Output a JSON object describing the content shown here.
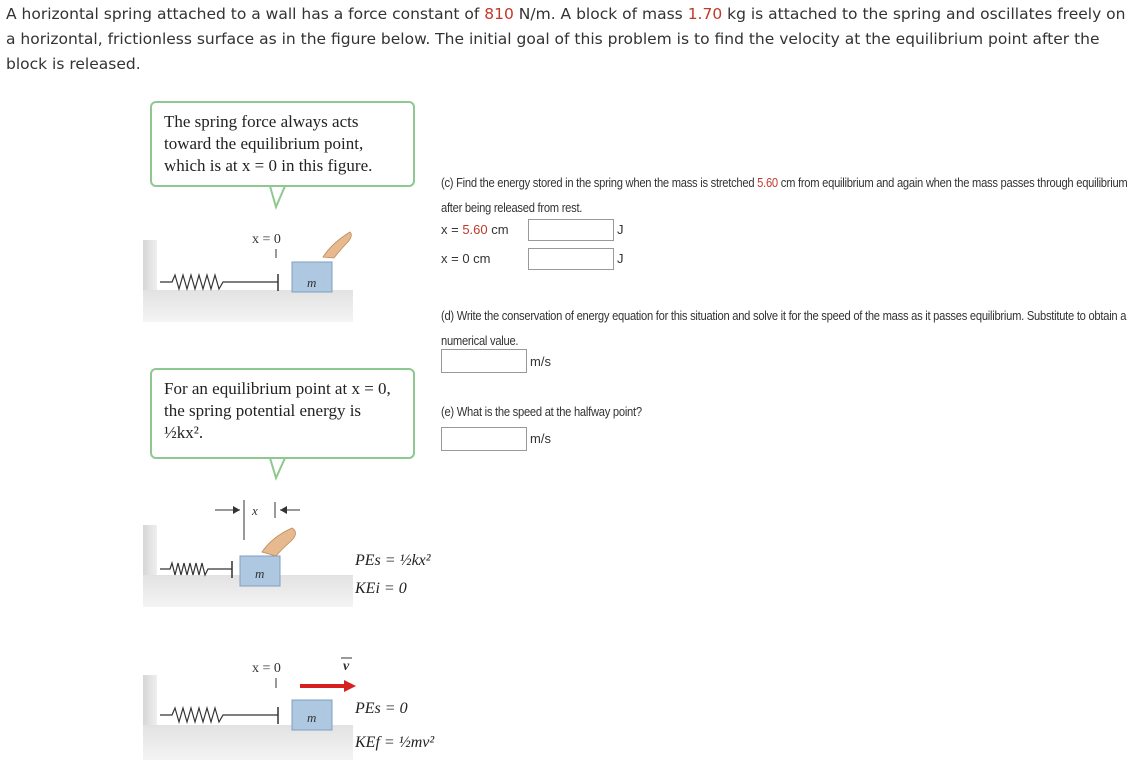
{
  "intro": {
    "p1": "A horizontal spring attached to a wall has a force constant of ",
    "k": "810",
    "p2": " N/m. A block of mass ",
    "m": "1.70",
    "p3": " kg is attached to the spring and oscillates freely on a horizontal, frictionless surface as in the figure below. The initial goal of this problem is to find the velocity at the equilibrium point after the block is released."
  },
  "figure": {
    "callout1": "The spring force always acts toward the equilibrium point, which is at x = 0 in this figure.",
    "callout2": "For an equilibrium point at x = 0, the spring potential energy is ½kx².",
    "x0_label": "x = 0",
    "x_label": "x",
    "mass_label": "m",
    "eq1a": "PEs = ½kx²",
    "eq1b": "KEi = 0",
    "eq2a": "PEs = 0",
    "eq2b": "KEf = ½mv²",
    "v_label": "v"
  },
  "partC": {
    "text1": "(c) Find the energy stored in the spring when the mass is stretched ",
    "dist": "5.60",
    "text2": " cm from equilibrium and again when the mass passes through equilibrium after being released from rest.",
    "row1_prefix": "x = ",
    "row1_val": "5.60",
    "row1_suffix": " cm",
    "row2_label": "x = 0 cm",
    "unit": "J"
  },
  "partD": {
    "text": "(d) Write the conservation of energy equation for this situation and solve it for the speed of the mass as it passes equilibrium. Substitute to obtain a numerical value.",
    "unit": "m/s"
  },
  "partE": {
    "text": "(e) What is the speed at the halfway point?",
    "unit": "m/s"
  }
}
